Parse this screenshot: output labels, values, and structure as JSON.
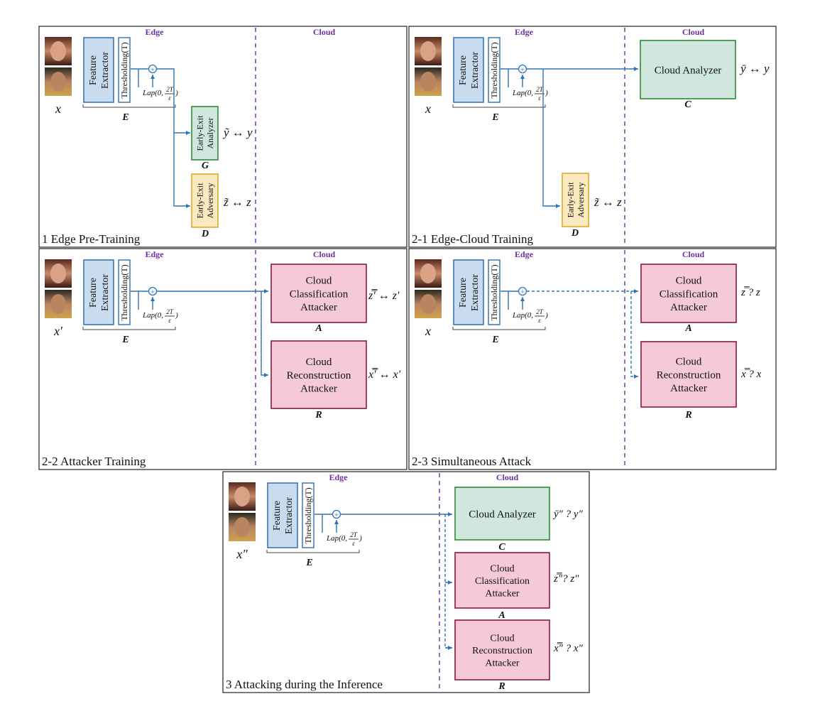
{
  "labels": {
    "edge": "Edge",
    "cloud": "Cloud",
    "feature_extractor": [
      "Feature",
      "Extractor"
    ],
    "thresholding": "Thresholding(T)",
    "lap_prefix": "Lap(0,",
    "lap_num": "2T",
    "lap_den": "ε",
    "lap_suffix": ")",
    "plus": "+",
    "edge_symbol": "E"
  },
  "panels": [
    {
      "id": "p1",
      "caption": "1 Edge Pre-Training",
      "input_symbol": "x",
      "blocks": [
        {
          "id": "G",
          "lines": [
            "Early-Exit",
            "Analyzer"
          ],
          "symbol": "G",
          "output": "ỹ ↔ y",
          "kind": "analyzer"
        },
        {
          "id": "D",
          "lines": [
            "Early-Exit",
            "Adversary"
          ],
          "symbol": "D",
          "output": "z̃ ↔ z",
          "kind": "adversary"
        }
      ]
    },
    {
      "id": "p2",
      "caption": "2-1 Edge-Cloud Training",
      "input_symbol": "x",
      "blocks": [
        {
          "id": "C",
          "lines": [
            "Cloud Analyzer"
          ],
          "symbol": "C",
          "output": "ȳ ↔ y",
          "kind": "analyzer"
        },
        {
          "id": "D",
          "lines": [
            "Early-Exit",
            "Adversary"
          ],
          "symbol": "D",
          "output": "z̃ ↔ z",
          "kind": "adversary"
        }
      ]
    },
    {
      "id": "p3",
      "caption": "2-2 Attacker Training",
      "input_symbol": "x′",
      "blocks": [
        {
          "id": "A",
          "lines": [
            "Cloud",
            "Classification",
            "Attacker"
          ],
          "symbol": "A",
          "output": "z̿′ ↔ z′",
          "kind": "attacker"
        },
        {
          "id": "R",
          "lines": [
            "Cloud",
            "Reconstruction",
            "Attacker"
          ],
          "symbol": "R",
          "output": "x̿′ ↔ x′",
          "kind": "attacker"
        }
      ]
    },
    {
      "id": "p4",
      "caption": "2-3 Simultaneous Attack",
      "input_symbol": "x",
      "blocks": [
        {
          "id": "A",
          "lines": [
            "Cloud",
            "Classification",
            "Attacker"
          ],
          "symbol": "A",
          "output": "z̿ ? z",
          "kind": "attacker"
        },
        {
          "id": "R",
          "lines": [
            "Cloud",
            "Reconstruction",
            "Attacker"
          ],
          "symbol": "R",
          "output": "x̿ ? x",
          "kind": "attacker"
        }
      ]
    },
    {
      "id": "p5",
      "caption": "3 Attacking during the Inference",
      "input_symbol": "x″",
      "blocks": [
        {
          "id": "C",
          "lines": [
            "Cloud Analyzer"
          ],
          "symbol": "C",
          "output": "ȳ″ ? y″",
          "kind": "analyzer"
        },
        {
          "id": "A",
          "lines": [
            "Cloud",
            "Classification",
            "Attacker"
          ],
          "symbol": "A",
          "output": "z̿″? z″",
          "kind": "attacker"
        },
        {
          "id": "R",
          "lines": [
            "Cloud",
            "Reconstruction",
            "Attacker"
          ],
          "symbol": "R",
          "output": "x̿″ ? x″",
          "kind": "attacker"
        }
      ]
    }
  ],
  "colors": {
    "extractor_fill": "#c9dcef",
    "extractor_stroke": "#2e6fad",
    "flow": "#2e75b6",
    "divider": "#7030a0",
    "analyzer_fill": "#cfe7dc",
    "analyzer_stroke": "#2e8b34",
    "adversary_fill": "#fbe9bf",
    "adversary_stroke": "#e0a82e",
    "attacker_fill": "#f6c9da",
    "attacker_stroke": "#8b1a3a"
  }
}
